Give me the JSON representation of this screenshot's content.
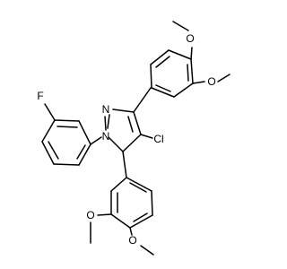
{
  "molecule": {
    "atoms": {
      "o_top_methoxy": {
        "label": "O",
        "color": "#000000"
      },
      "o_right_methoxy": {
        "label": "O",
        "color": "#000000"
      },
      "n2": {
        "label": "N",
        "color": "#000000"
      },
      "n1": {
        "label": "N",
        "color": "#000000"
      },
      "fluorine": {
        "label": "F",
        "color": "#000000"
      },
      "chlorine": {
        "label": "Cl",
        "color": "#000000"
      },
      "o_lower_left_methoxy": {
        "label": "O",
        "color": "#000000"
      },
      "o_lower_bottom_methoxy": {
        "label": "O",
        "color": "#000000"
      }
    }
  }
}
